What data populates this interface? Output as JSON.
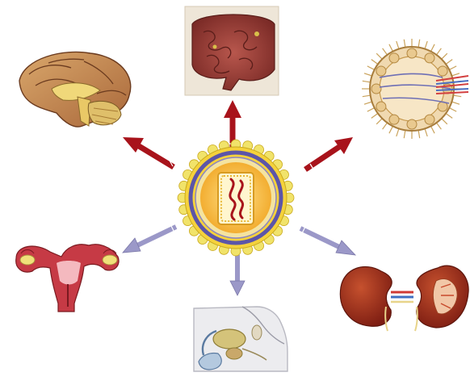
{
  "diagram": {
    "center": {
      "name": "virus-particle"
    },
    "targets": [
      {
        "id": "brain",
        "arrow_color": "#a8131b"
      },
      {
        "id": "intestines",
        "arrow_color": "#a8131b"
      },
      {
        "id": "lymph-node",
        "arrow_color": "#a8131b"
      },
      {
        "id": "uterus",
        "arrow_color": "#9b98c8"
      },
      {
        "id": "male-reproductive-system",
        "arrow_color": "#9b98c8"
      },
      {
        "id": "kidneys",
        "arrow_color": "#9b98c8"
      }
    ],
    "colors": {
      "red_arrow": "#a8131b",
      "violet_arrow": "#9b98c8",
      "envelope_spike": "#f1e36a",
      "membrane": "#5c55a8",
      "capsid": "#f6ad2a",
      "genome": "#a8131b"
    }
  }
}
